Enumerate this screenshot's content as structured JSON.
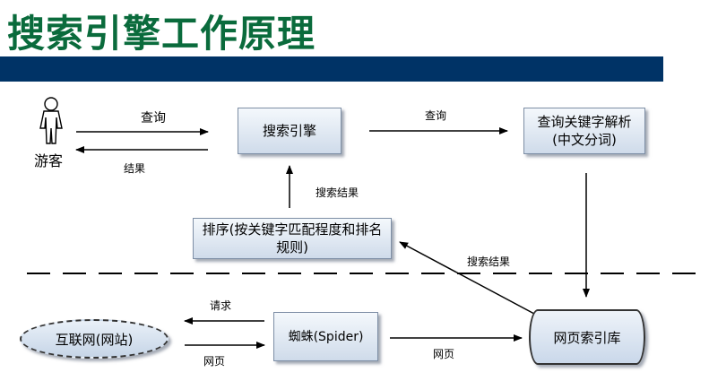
{
  "title": "搜索引擎工作原理",
  "visitor": {
    "label": "游客"
  },
  "nodes": {
    "search_engine": "搜索引擎",
    "query_parse": "查询关键字解析(中文分词)",
    "sort": "排序(按关键字匹配程度和排名规则)",
    "internet": "互联网(网站)",
    "spider": "蜘蛛(Spider)",
    "index_db": "网页索引库"
  },
  "edges": {
    "visitor_query": "查询",
    "result": "结果",
    "engine_query": "查询",
    "search_result_up": "搜索结果",
    "search_result_db": "搜索结果",
    "request": "请求",
    "web_page_back": "网页",
    "web_page_db": "网页"
  }
}
